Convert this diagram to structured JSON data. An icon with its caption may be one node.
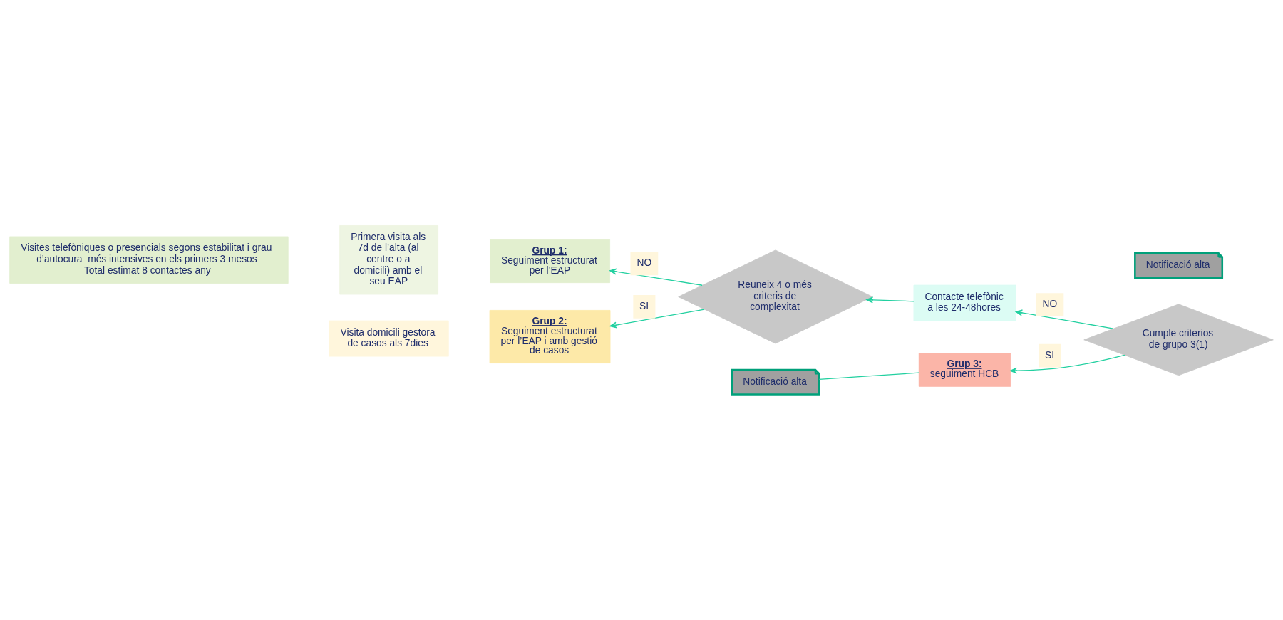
{
  "diagram": {
    "nodes": [
      {
        "text": [
          "Grup 1:",
          "Seguiment estructurat per l’EAP"
        ]
      },
      {
        "text": [
          "Reuneix 4 o més criteris de complexitat"
        ]
      },
      {
        "text": [
          "Contacte telefònic a les 24-48hores"
        ]
      },
      {
        "text": [
          "Notificació alta"
        ]
      },
      {
        "text": [
          "Cumple criterios de grupo 3(1)"
        ]
      },
      {
        "text": [
          "Primera visita als 7d de l’alta (al centre o a domicili) amb el seu EAP"
        ]
      },
      {
        "text": [
          "Grup 2:",
          "Seguiment estructurat per l’EAP i amb gestió de casos"
        ]
      },
      {
        "text": [
          "Visita domicili gestora de casos als 7dies"
        ]
      },
      {
        "text": [
          "Grup 3:",
          "seguiment HCB"
        ]
      },
      {
        "text": [
          "Notificació alta"
        ]
      },
      {
        "text": [
          "Visites telefòniques o presencials segons estabilitat i grau d’autocura  més intensives en els primers 3 mesos",
          "Total estimat 8 contactes any"
        ]
      }
    ],
    "edges": [
      {
        "from": 4,
        "to": 2,
        "arrow": "to",
        "label": "NO"
      },
      {
        "from": 2,
        "to": 1,
        "arrow": "to"
      },
      {
        "from": 1,
        "to": 0,
        "arrow": "to",
        "label": "NO"
      },
      {
        "from": 1,
        "to": 6,
        "arrow": "to",
        "label": "SI"
      },
      {
        "from": 4,
        "to": 8,
        "arrow": "to",
        "label": "SI"
      },
      {
        "from": 8,
        "to": 9,
        "arrow": "none"
      }
    ]
  }
}
